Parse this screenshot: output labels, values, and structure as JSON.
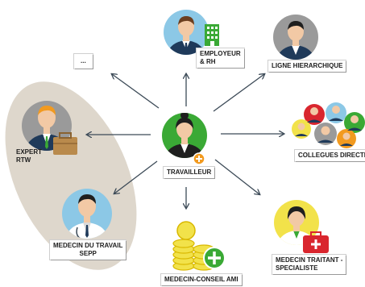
{
  "labels": {
    "worker": "TRAVAILLEUR",
    "employer_line1": "EMPLOYEUR",
    "employer_line2": "& RH",
    "hierarchy": "LIGNE HIERARCHIQUE",
    "colleagues": "COLLEGUES DIRECTES",
    "treating_line1": "MEDECIN TRAITANT -",
    "treating_line2": "SPECIALISTE",
    "advisor": "MEDECIN-CONSEIL AMI",
    "occupational_line1": "MEDECIN DU TRAVAIL",
    "occupational_line2": "SEPP",
    "expert_line1": "EXPERT",
    "expert_line2": "RTW",
    "other": "..."
  },
  "icons": {
    "worker": "worker-avatar-icon",
    "employer": "employer-avatar-icon",
    "hierarchy": "manager-avatar-icon",
    "colleagues": "colleagues-group-icon",
    "treating": "doctor-avatar-icon",
    "advisor": "coins-plus-icon",
    "occupational": "occupational-doctor-avatar-icon",
    "expert": "expert-avatar-icon"
  },
  "colors": {
    "green": "#3aa935",
    "blue_circle": "#8cc8e6",
    "grey_circle": "#9a9a9a",
    "yellow_circle": "#f2e24a",
    "orange": "#f29a1f",
    "oval": "#ded7cc",
    "arrow": "#3c4a57",
    "red_kit": "#d9262e"
  }
}
